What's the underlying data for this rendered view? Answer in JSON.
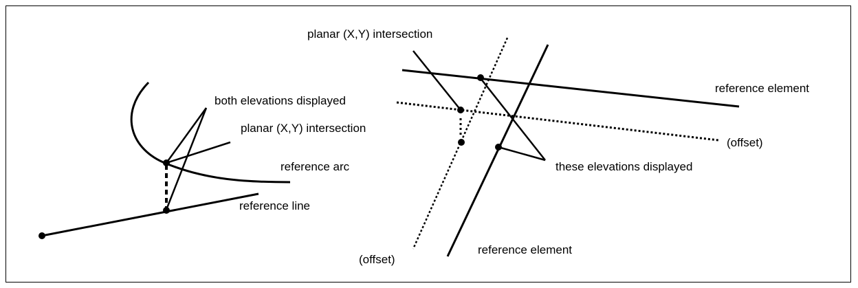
{
  "ink_color": "#000000",
  "background_color": "#ffffff",
  "left_figure": {
    "label_both_elevations": "both elevations displayed",
    "label_planar_intersection": "planar (X,Y) intersection",
    "label_reference_arc": "reference arc",
    "label_reference_line": "reference line"
  },
  "right_figure": {
    "label_planar_intersection": "planar (X,Y) intersection",
    "label_reference_element_top": "reference element",
    "label_offset_right": "(offset)",
    "label_these_elevations": "these elevations displayed",
    "label_offset_bottom": "(offset)",
    "label_reference_element_bottom": "reference element"
  }
}
